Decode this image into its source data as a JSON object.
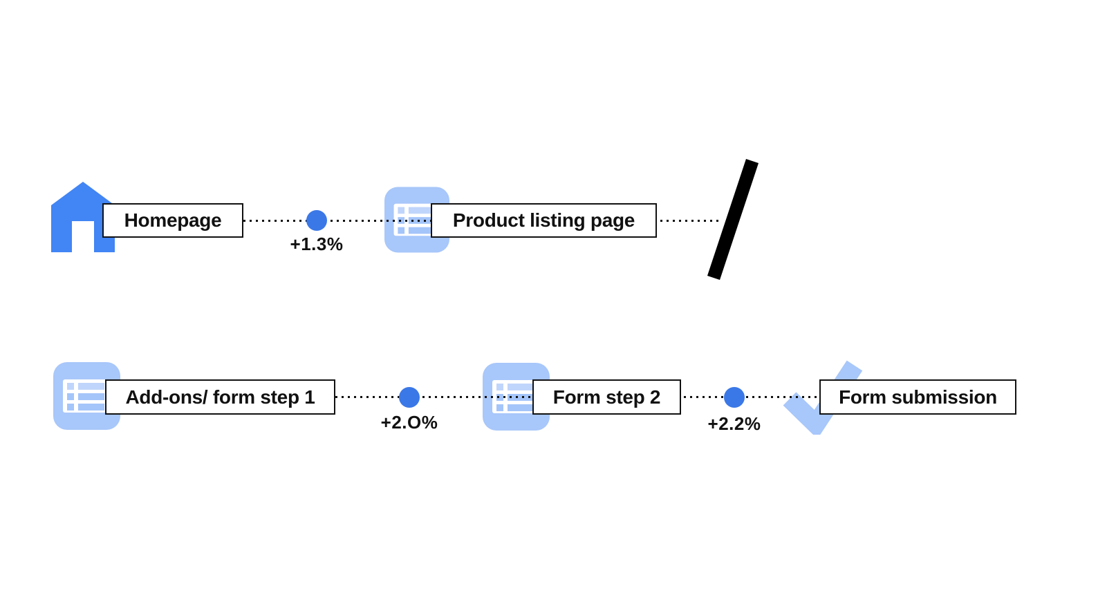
{
  "funnel": {
    "rows": [
      {
        "steps": [
          {
            "icon": "home-icon",
            "label": "Homepage"
          },
          {
            "icon": "list-page-icon",
            "label": "Product listing page"
          }
        ],
        "transitions": [
          {
            "delta": "+1.3%"
          }
        ],
        "row_break_after": true
      },
      {
        "steps": [
          {
            "icon": "list-page-icon",
            "label": "Add-ons/ form step 1"
          },
          {
            "icon": "list-page-icon",
            "label": "Form step 2"
          },
          {
            "icon": "checkmark-icon",
            "label": "Form submission"
          }
        ],
        "transitions": [
          {
            "delta": "+2.O%"
          },
          {
            "delta": "+2.2%"
          }
        ]
      }
    ]
  },
  "colors": {
    "primary_blue": "#4285f4",
    "light_blue": "#a8c7fa",
    "dot_blue": "#3b78e7",
    "ink": "#111111",
    "bg": "#ffffff"
  }
}
